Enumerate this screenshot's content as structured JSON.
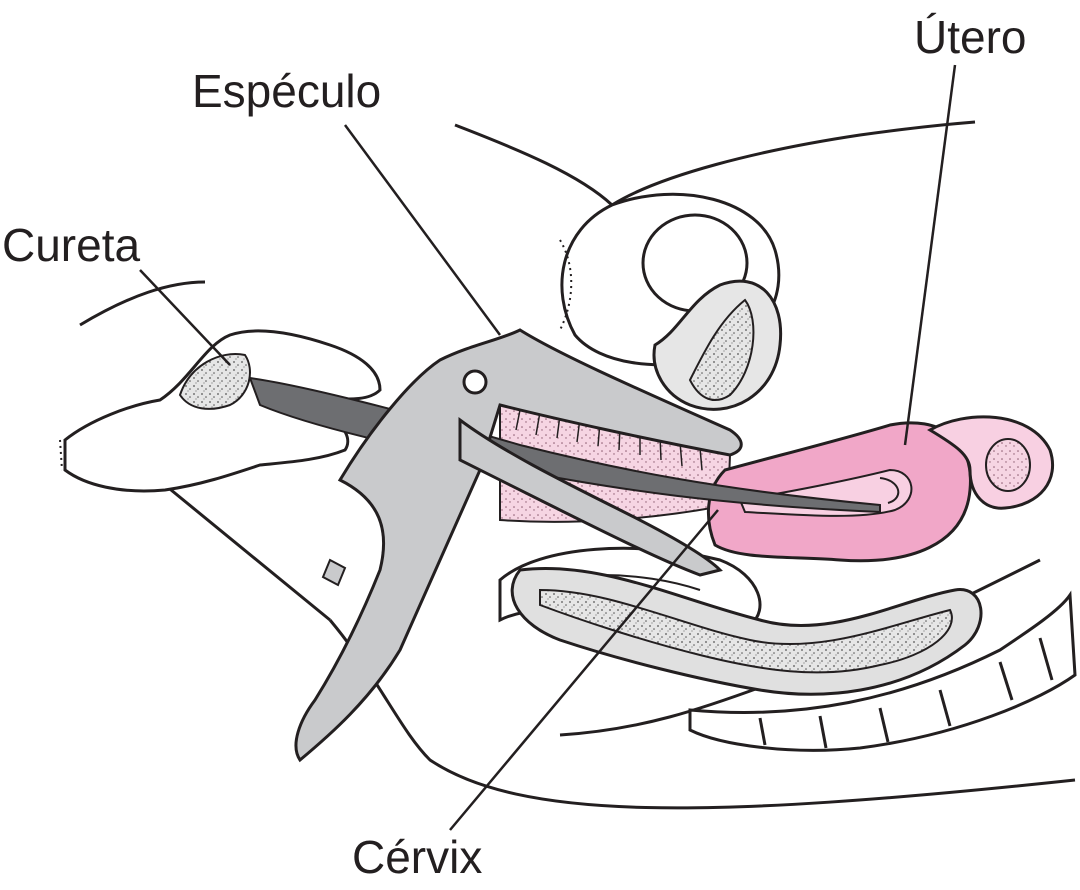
{
  "labels": {
    "utero": "Útero",
    "especulo": "Espéculo",
    "cureta": "Cureta",
    "cervix": "Cérvix"
  },
  "colors": {
    "outline": "#231f20",
    "uterus_pink": "#f1a7c8",
    "uterus_light": "#f8d0e2",
    "speculum_gray": "#c9cacc",
    "curette_gray": "#6d6e71",
    "tissue_gray": "#d9d9d9",
    "background": "#ffffff"
  }
}
